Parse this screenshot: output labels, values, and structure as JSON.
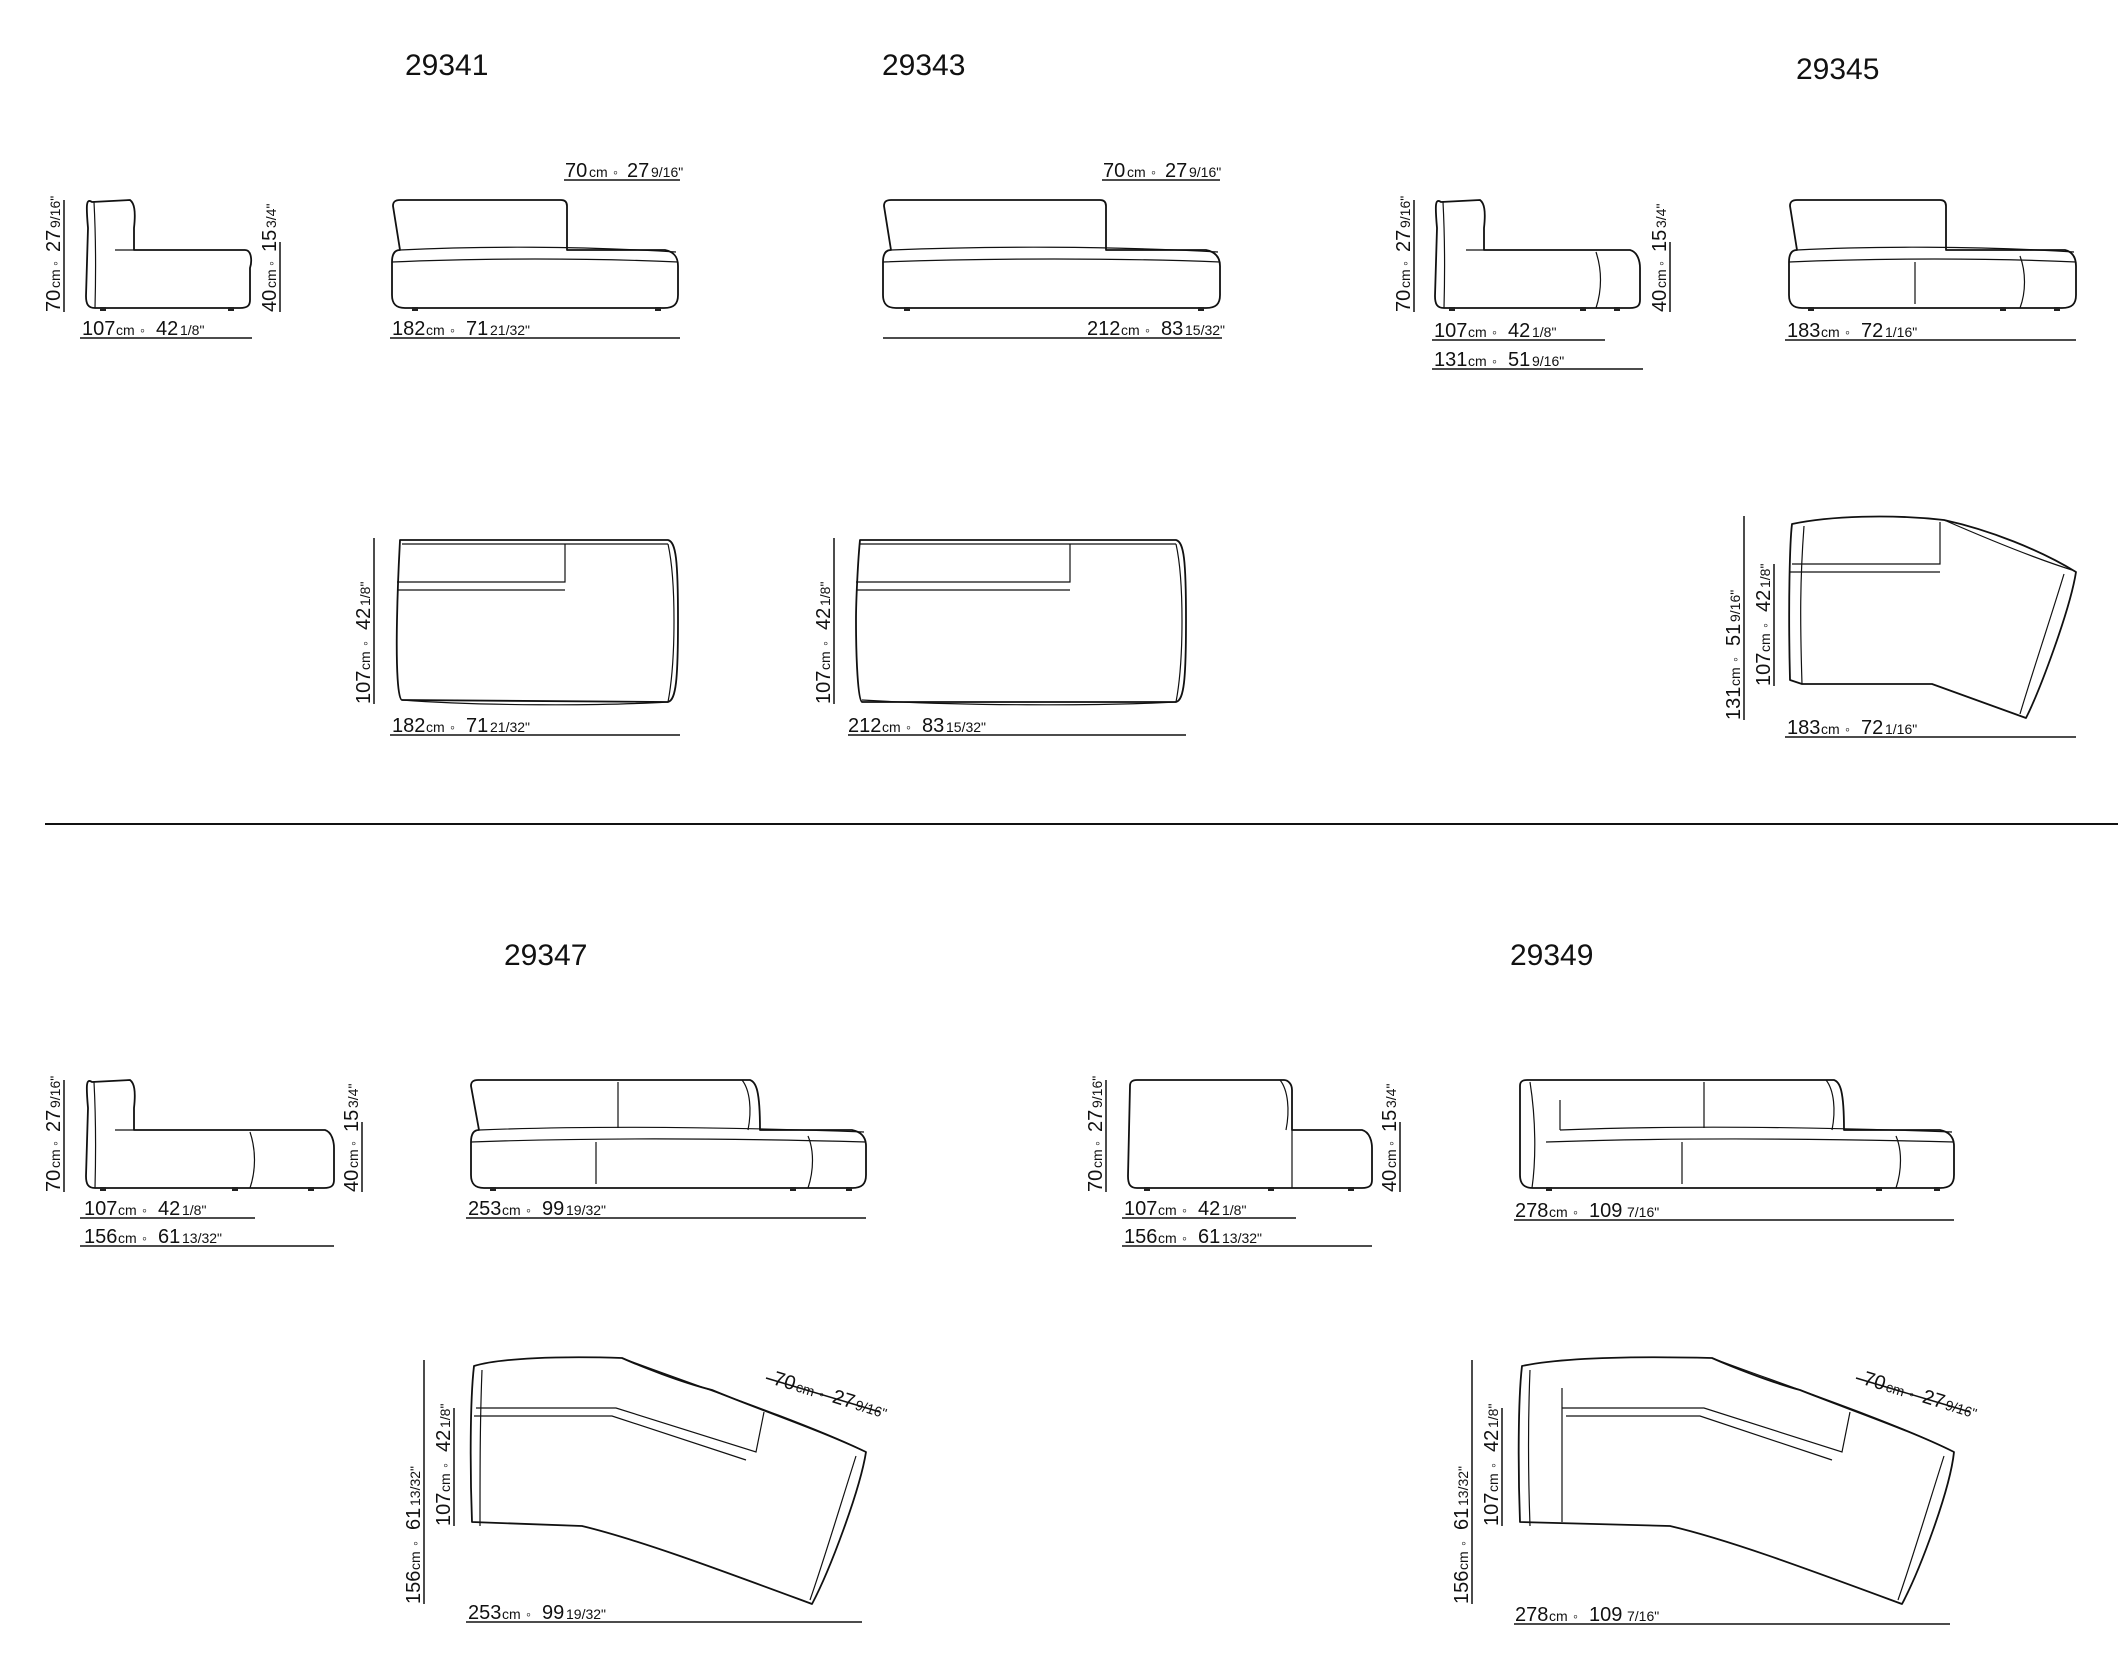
{
  "colors": {
    "ink": "#111111",
    "background": "#ffffff"
  },
  "models": [
    {
      "code": "29341"
    },
    {
      "code": "29343"
    },
    {
      "code": "29345"
    },
    {
      "code": "29347"
    },
    {
      "code": "29349"
    }
  ],
  "dimensions": {
    "h70": {
      "cm": "70",
      "unit": "cm",
      "sep": "◦",
      "in": "27",
      "frac": "9/16\""
    },
    "h40": {
      "cm": "40",
      "unit": "cm",
      "sep": "◦",
      "in": "15",
      "frac": "3/4\""
    },
    "d107": {
      "cm": "107",
      "unit": "cm",
      "sep": "◦",
      "in": "42",
      "frac": "1/8\""
    },
    "d131": {
      "cm": "131",
      "unit": "cm",
      "sep": "◦",
      "in": "51",
      "frac": "9/16\""
    },
    "d156": {
      "cm": "156",
      "unit": "cm",
      "sep": "◦",
      "in": "61",
      "frac": "13/32\""
    },
    "w182": {
      "cm": "182",
      "unit": "cm",
      "sep": "◦",
      "in": "71",
      "frac": "21/32\""
    },
    "w183": {
      "cm": "183",
      "unit": "cm",
      "sep": "◦",
      "in": "72",
      "frac": "1/16\""
    },
    "w212": {
      "cm": "212",
      "unit": "cm",
      "sep": "◦",
      "in": "83",
      "frac": "15/32\""
    },
    "w253": {
      "cm": "253",
      "unit": "cm",
      "sep": "◦",
      "in": "99",
      "frac": "19/32\""
    },
    "w278": {
      "cm": "278",
      "unit": "cm",
      "sep": "◦",
      "in": "109",
      "frac": "7/16\""
    }
  }
}
